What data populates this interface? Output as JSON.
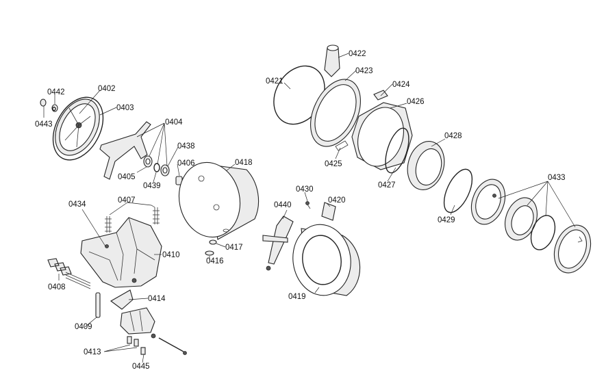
{
  "diagram": {
    "labels": {
      "p0402": "0402",
      "p0403": "0403",
      "p0404": "0404",
      "p0405": "0405",
      "p0406": "0406",
      "p0407": "0407",
      "p0408": "0408",
      "p0409": "0409",
      "p0410": "0410",
      "p0413": "0413",
      "p0414": "0414",
      "p0416": "0416",
      "p0417": "0417",
      "p0418": "0418",
      "p0419": "0419",
      "p0420": "0420",
      "p0421": "0421",
      "p0422": "0422",
      "p0423": "0423",
      "p0424": "0424",
      "p0425": "0425",
      "p0426": "0426",
      "p0427": "0427",
      "p0428": "0428",
      "p0429": "0429",
      "p0430": "0430",
      "p0433": "0433",
      "p0434": "0434",
      "p0438": "0438",
      "p0439": "0439",
      "p0440": "0440",
      "p0442": "0442",
      "p0443": "0443",
      "p0445": "0445"
    }
  }
}
